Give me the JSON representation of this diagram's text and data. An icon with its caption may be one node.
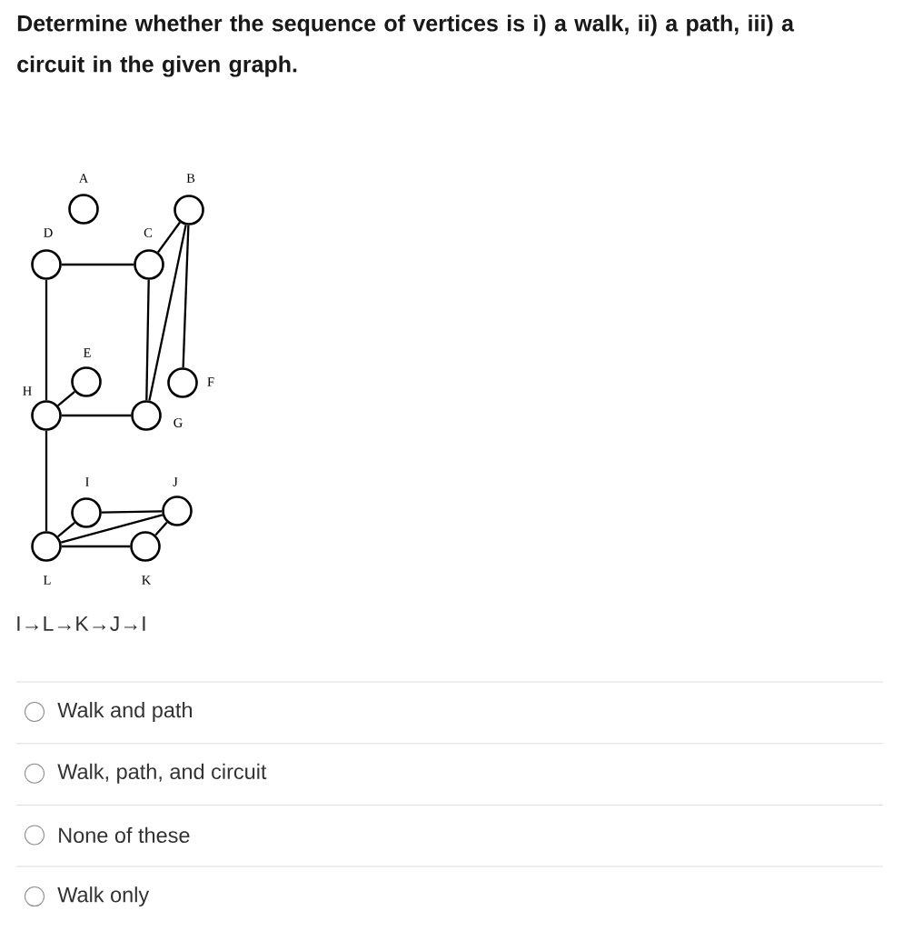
{
  "diagram": {
    "title": "Determine whether the sequence of vertices is i) a walk, ii) a path, iii) a circuit in the given graph.",
    "nodes": [
      {
        "text": [],
        "shape": "circle",
        "beside": [
          "A"
        ]
      },
      {
        "text": [],
        "shape": "circle",
        "beside": [
          "B"
        ]
      },
      {
        "text": [],
        "shape": "circle",
        "beside": [
          "C"
        ]
      },
      {
        "text": [],
        "shape": "circle",
        "beside": [
          "D"
        ]
      },
      {
        "text": [],
        "shape": "circle",
        "beside": [
          "E"
        ]
      },
      {
        "text": [],
        "shape": "circle",
        "beside": [
          "F"
        ]
      },
      {
        "text": [],
        "shape": "circle",
        "beside": [
          "G"
        ]
      },
      {
        "text": [],
        "shape": "circle",
        "beside": [
          "H"
        ]
      },
      {
        "text": [],
        "shape": "circle",
        "beside": [
          "I"
        ]
      },
      {
        "text": [],
        "shape": "circle",
        "beside": [
          "J"
        ]
      },
      {
        "text": [],
        "shape": "circle",
        "beside": [
          "K"
        ]
      },
      {
        "text": [],
        "shape": "circle",
        "beside": [
          "L"
        ]
      }
    ],
    "edges": [
      {
        "from": 3,
        "to": 2,
        "arrow": "none"
      },
      {
        "from": 3,
        "to": 7,
        "arrow": "none"
      },
      {
        "from": 2,
        "to": 6,
        "arrow": "none"
      },
      {
        "from": 1,
        "to": 2,
        "arrow": "none"
      },
      {
        "from": 1,
        "to": 6,
        "arrow": "none"
      },
      {
        "from": 1,
        "to": 5,
        "arrow": "none"
      },
      {
        "from": 7,
        "to": 4,
        "arrow": "none"
      },
      {
        "from": 7,
        "to": 6,
        "arrow": "none"
      },
      {
        "from": 7,
        "to": 11,
        "arrow": "none"
      },
      {
        "from": 11,
        "to": 8,
        "arrow": "none"
      },
      {
        "from": 8,
        "to": 9,
        "arrow": "none"
      },
      {
        "from": 11,
        "to": 9,
        "arrow": "none"
      },
      {
        "from": 11,
        "to": 10,
        "arrow": "none"
      },
      {
        "from": 9,
        "to": 10,
        "arrow": "none"
      }
    ],
    "labels": [
      "I→L→K→J→I",
      "Walk and path",
      "Walk, path, and circuit",
      "None of these",
      "Walk only"
    ]
  }
}
